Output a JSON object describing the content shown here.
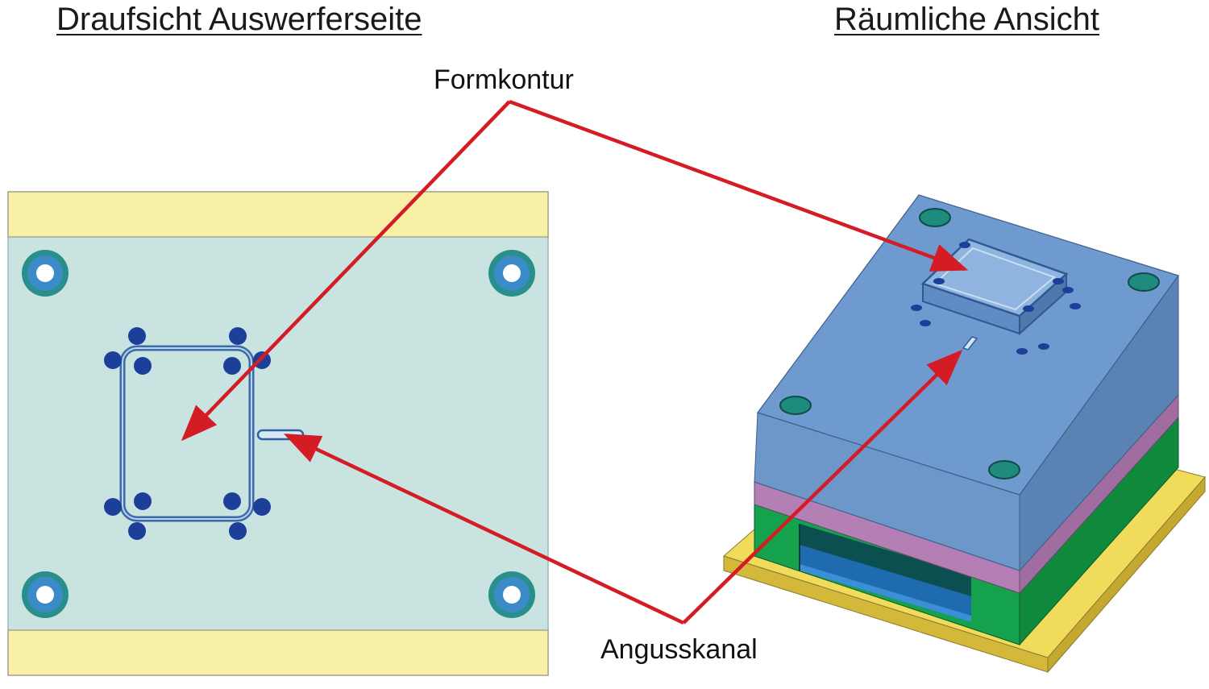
{
  "titles": {
    "top_view": "Draufsicht Auswerferseite",
    "spatial_view": "Räumliche Ansicht"
  },
  "labels": {
    "mold_contour": "Formkontur",
    "sprue_channel": "Angusskanal"
  },
  "colors": {
    "arrow": "#d41c24",
    "clamp_plate": "#f7f0a6",
    "mold_plate_top_view": "#c8e3e0",
    "cavity_plate": "#6d97c8",
    "spacer_plate": "#b37fb4",
    "ejector_housing": "#0f9b45",
    "base_plate": "#f0dc5a",
    "pin": "#1c3f99"
  }
}
